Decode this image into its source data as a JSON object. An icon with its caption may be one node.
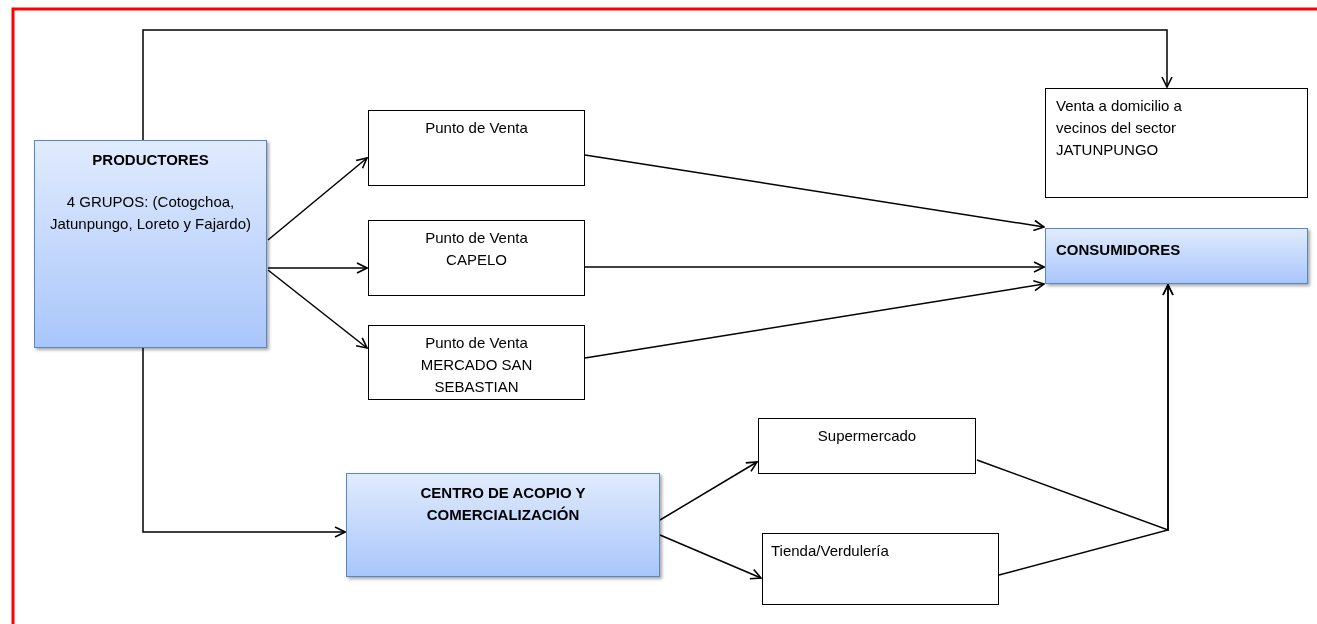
{
  "diagram": {
    "nodes": [
      {
        "text": [
          "PRODUCTORES",
          "4 GRUPOS: (Cotogchoa, Jatunpungo, Loreto y Fajardo)"
        ]
      },
      {
        "text": [
          "Punto de Venta"
        ]
      },
      {
        "text": [
          "Punto de Venta CAPELO"
        ]
      },
      {
        "text": [
          "Punto de Venta MERCADO SAN SEBASTIAN"
        ]
      },
      {
        "text": [
          "Venta a domicilio a vecinos del sector JATUNPUNGO"
        ]
      },
      {
        "text": [
          "CONSUMIDORES"
        ]
      },
      {
        "text": [
          "CENTRO DE ACOPIO Y COMERCIALIZACIÓN"
        ]
      },
      {
        "text": [
          "Supermercado"
        ]
      },
      {
        "text": [
          "Tienda/Verdulería"
        ]
      }
    ],
    "edges": [
      {
        "from": 0,
        "to": 4,
        "arrow": "to"
      },
      {
        "from": 0,
        "to": 1,
        "arrow": "to"
      },
      {
        "from": 0,
        "to": 2,
        "arrow": "to"
      },
      {
        "from": 0,
        "to": 3,
        "arrow": "to"
      },
      {
        "from": 1,
        "to": 5,
        "arrow": "to"
      },
      {
        "from": 2,
        "to": 5,
        "arrow": "to"
      },
      {
        "from": 3,
        "to": 5,
        "arrow": "to"
      },
      {
        "from": 0,
        "to": 6,
        "arrow": "to"
      },
      {
        "from": 6,
        "to": 7,
        "arrow": "to"
      },
      {
        "from": 6,
        "to": 8,
        "arrow": "to"
      },
      {
        "from": 7,
        "to": 5,
        "arrow": "to"
      },
      {
        "from": 8,
        "to": 5,
        "arrow": "to"
      }
    ]
  }
}
